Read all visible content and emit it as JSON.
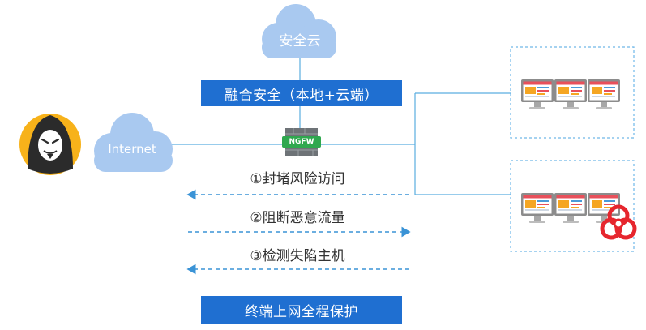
{
  "security_cloud": {
    "label": "安全云"
  },
  "hybrid_banner": {
    "label": "融合安全（本地+云端）"
  },
  "internet_cloud": {
    "label": "Internet"
  },
  "firewall": {
    "label": "NGFW"
  },
  "flows": [
    {
      "label": "①封堵风险访问",
      "direction": "left"
    },
    {
      "label": "②阻断恶意流量",
      "direction": "right"
    },
    {
      "label": "③检测失陷主机",
      "direction": "left"
    }
  ],
  "bottom_banner": {
    "label": "终端上网全程保护"
  },
  "colors": {
    "cloud": "#a9c9f0",
    "banner": "#1f6fd1",
    "line": "#5aaee0",
    "flow_arrow": "#3a93d6",
    "box_border": "#6fb7e8",
    "hacker": "#f7b21a",
    "biohazard": "#e6262e"
  },
  "icons": {
    "attacker": "hacker-icon",
    "firewall": "firewall-brick-icon",
    "terminals": "monitor-icon",
    "infection": "biohazard-icon"
  }
}
